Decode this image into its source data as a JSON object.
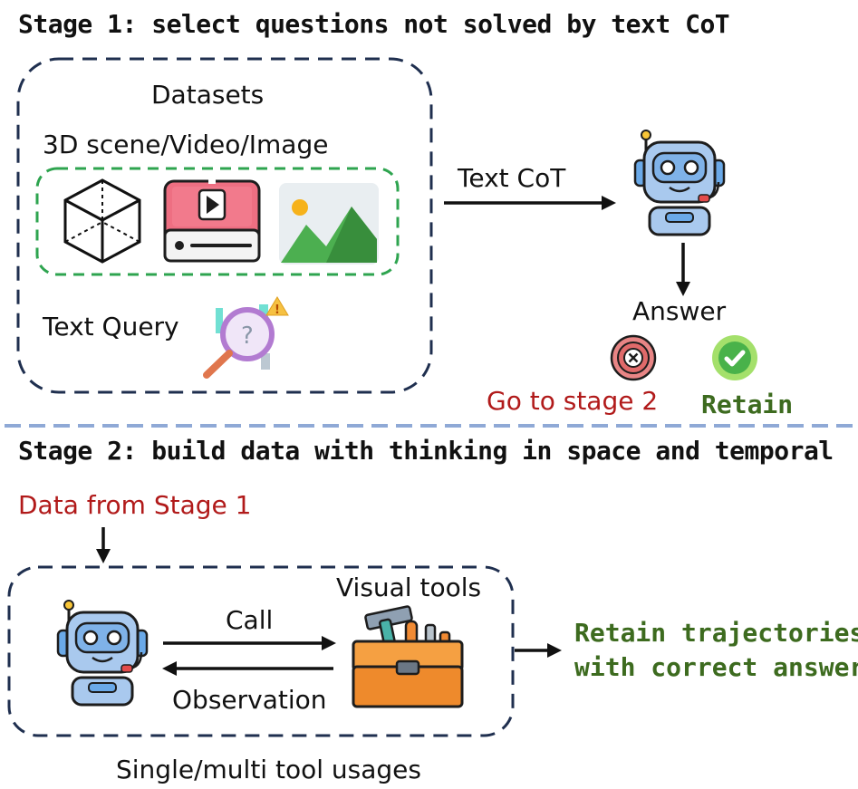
{
  "stage1": {
    "title": "Stage 1: select questions not solved by text CoT",
    "datasets_label": "Datasets",
    "modalities_label": "3D scene/Video/Image",
    "text_query_label": "Text Query",
    "text_cot_label": "Text CoT",
    "answer_label": "Answer",
    "go_to_stage2_label": "Go to stage 2",
    "retain_label": "Retain"
  },
  "stage2": {
    "title": "Stage 2: build data with thinking in space and temporal",
    "data_from_label": "Data from Stage 1",
    "visual_tools_label": "Visual tools",
    "call_label": "Call",
    "observation_label": "Observation",
    "retain_line1": "Retain trajectories",
    "retain_line2": "with correct answer",
    "usage_label": "Single/multi tool usages"
  },
  "colors": {
    "navy_dash": "#1f2f4f",
    "green_dash": "#2ea44f",
    "separator": "#8fa9d6",
    "red_text": "#b11a1a",
    "green_text": "#3d6b1f"
  },
  "icons": [
    "cube-icon",
    "video-player-icon",
    "image-icon",
    "magnifier-question-icon",
    "robot-icon",
    "reject-icon",
    "accept-icon",
    "toolbox-icon"
  ]
}
